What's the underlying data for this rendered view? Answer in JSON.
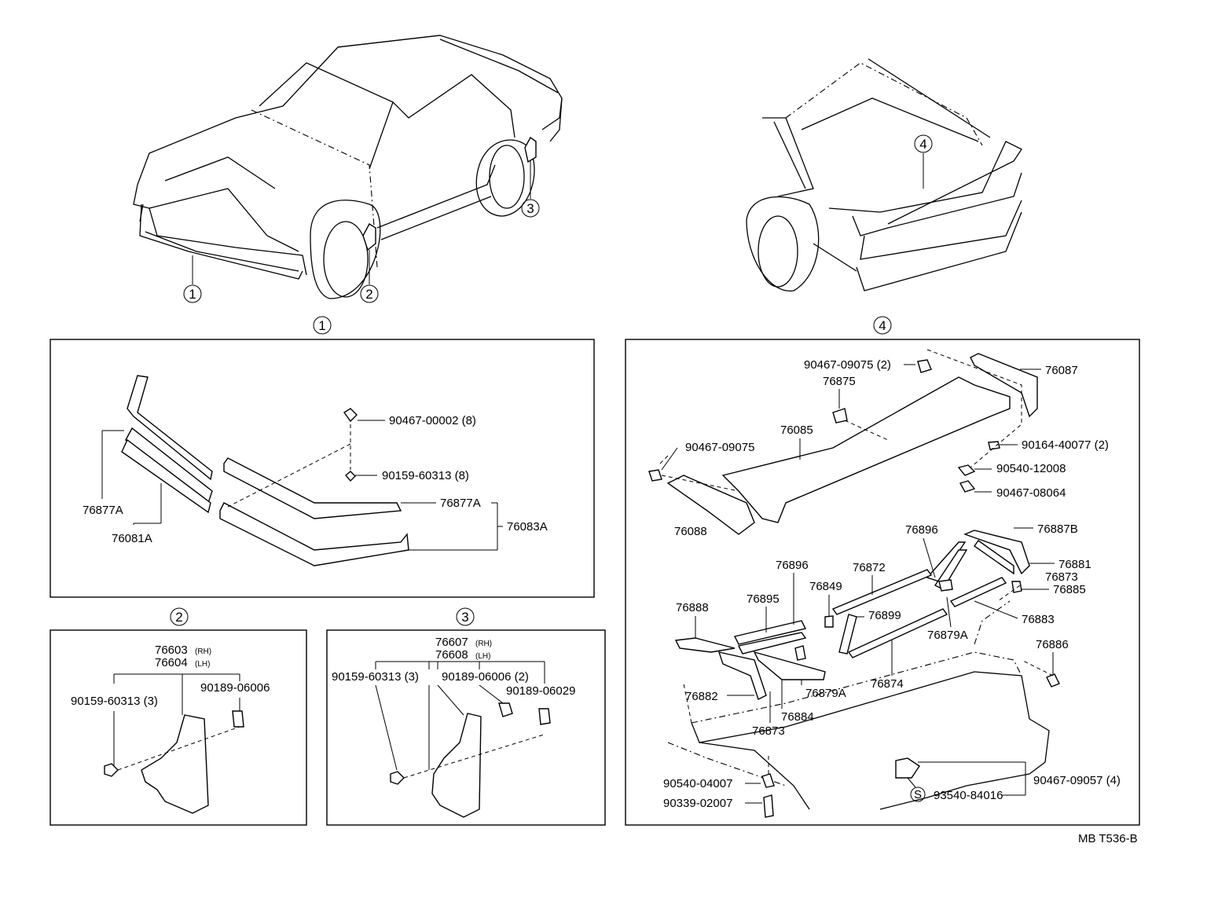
{
  "callouts": {
    "c1": "1",
    "c2": "2",
    "c3": "3",
    "c4": "4",
    "s": "S"
  },
  "panel1": {
    "p1": "90467-00002 (8)",
    "p2": "90159-60313 (8)",
    "p3": "76877A",
    "p4": "76081A",
    "p5": "76877A",
    "p6": "76083A"
  },
  "panel2": {
    "main": "76603",
    "main_rh": "(RH)",
    "main2": "76604",
    "main2_lh": "(LH)",
    "p1": "90159-60313 (3)",
    "p2": "90189-06006"
  },
  "panel3": {
    "main": "76607",
    "main_rh": "(RH)",
    "main2": "76608",
    "main2_lh": "(LH)",
    "p1": "90159-60313 (3)",
    "p2": "90189-06006 (2)",
    "p3": "90189-06029"
  },
  "panel4": {
    "a": "90467-09075 (2)",
    "b": "76087",
    "c": "76875",
    "d": "76085",
    "e": "90467-09075",
    "f": "90164-40077 (2)",
    "g": "90540-12008",
    "h": "90467-08064",
    "i": "76088",
    "j": "76896",
    "k": "76887B",
    "l": "76896",
    "m": "76872",
    "n": "76881",
    "o": "76873",
    "p": "76849",
    "q": "76885",
    "r": "76888",
    "s": "76895",
    "t": "76899",
    "u": "76883",
    "v": "76879A",
    "w": "76886",
    "x": "76882",
    "y": "76874",
    "z": "76879A",
    "aa": "76884",
    "ab": "76873",
    "ac": "90540-04007",
    "ad": "90467-09057 (4)",
    "ae": "90339-02007",
    "af": "93540-84016"
  },
  "footer": {
    "code": "MB T536-B"
  }
}
